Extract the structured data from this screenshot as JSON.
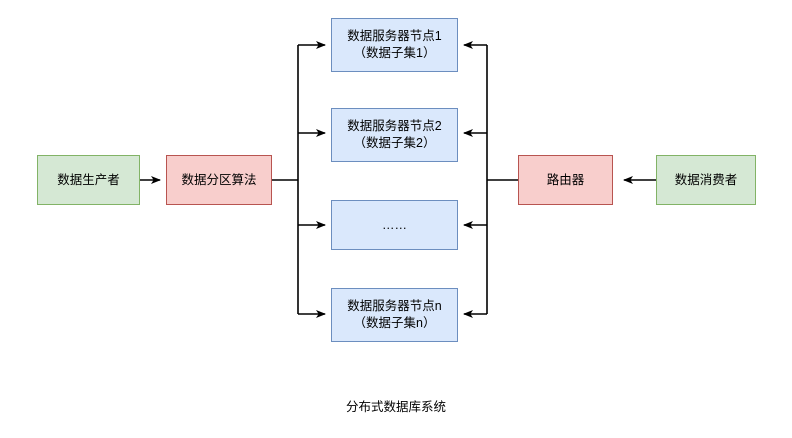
{
  "diagram": {
    "caption": "分布式数据库系统",
    "colors": {
      "green_fill": "#d5e8d4",
      "green_stroke": "#82b366",
      "pink_fill": "#f8cecc",
      "pink_stroke": "#b85450",
      "blue_fill": "#dae8fc",
      "blue_stroke": "#6c8ebf",
      "edge_stroke": "#000000",
      "background": "#ffffff"
    },
    "nodes": {
      "producer": {
        "label": "数据生产者"
      },
      "partitioner": {
        "label": "数据分区算法"
      },
      "router": {
        "label": "路由器"
      },
      "consumer": {
        "label": "数据消费者"
      },
      "server_node_1": {
        "line1": "数据服务器节点1",
        "line2": "（数据子集1）"
      },
      "server_node_2": {
        "line1": "数据服务器节点2",
        "line2": "（数据子集2）"
      },
      "server_node_ellipsis": {
        "line1": "……"
      },
      "server_node_n": {
        "line1": "数据服务器节点n",
        "line2": "（数据子集n）"
      }
    },
    "edges": [
      {
        "name": "producer-to-partitioner",
        "from": "producer",
        "to": "partitioner",
        "direction": "right"
      },
      {
        "name": "partitioner-to-node-1",
        "from": "partitioner",
        "to": "server_node_1",
        "direction": "right"
      },
      {
        "name": "partitioner-to-node-2",
        "from": "partitioner",
        "to": "server_node_2",
        "direction": "right"
      },
      {
        "name": "partitioner-to-node-ellipsis",
        "from": "partitioner",
        "to": "server_node_ellipsis",
        "direction": "right"
      },
      {
        "name": "partitioner-to-node-n",
        "from": "partitioner",
        "to": "server_node_n",
        "direction": "right"
      },
      {
        "name": "router-to-node-1",
        "from": "router",
        "to": "server_node_1",
        "direction": "left"
      },
      {
        "name": "router-to-node-2",
        "from": "router",
        "to": "server_node_2",
        "direction": "left"
      },
      {
        "name": "router-to-node-ellipsis",
        "from": "router",
        "to": "server_node_ellipsis",
        "direction": "left"
      },
      {
        "name": "router-to-node-n",
        "from": "router",
        "to": "server_node_n",
        "direction": "left"
      },
      {
        "name": "consumer-to-router",
        "from": "consumer",
        "to": "router",
        "direction": "left"
      }
    ]
  }
}
